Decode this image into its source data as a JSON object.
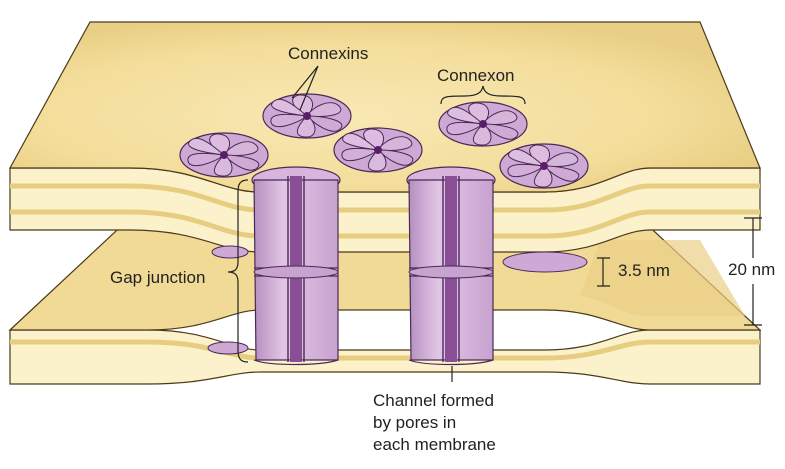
{
  "labels": {
    "connexins": "Connexins",
    "connexon": "Connexon",
    "gap_junction": "Gap junction",
    "gap_width": "3.5 nm",
    "total_width": "20 nm",
    "channel_line1": "Channel formed",
    "channel_line2": "by pores in",
    "channel_line3": "each membrane"
  },
  "colors": {
    "membrane_fill": "#f6e3a7",
    "membrane_shadow": "#e8cf86",
    "membrane_light": "#fdf7d8",
    "membrane_edge": "#4a3a1a",
    "connexin_fill": "#d8b8dc",
    "connexin_dark": "#7a3a86",
    "connexin_edge": "#4a2a55"
  }
}
